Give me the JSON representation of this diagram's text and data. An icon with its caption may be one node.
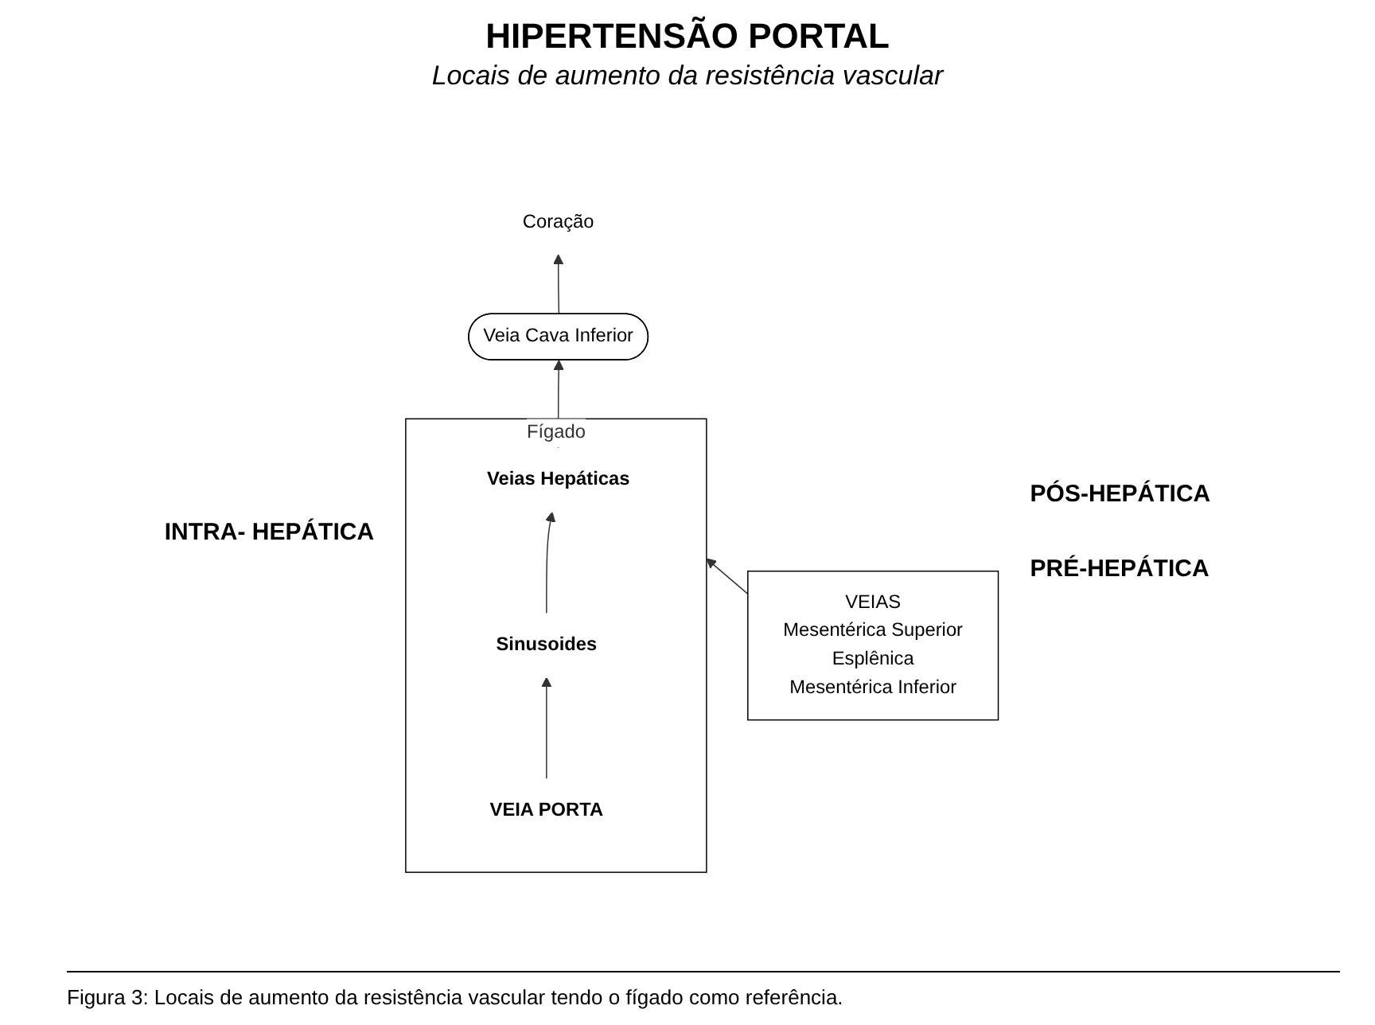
{
  "diagram": {
    "title": "HIPERTENSÃO PORTAL",
    "caption": "Figura 3: Locais de aumento da resistência vascular  tendo o fígado como referência.",
    "nodes": [
      {
        "text": [
          "Fígado"
        ]
      },
      {
        "text": [
          "Veias Hepáticas"
        ],
        "in": 0
      },
      {
        "text": [
          "Sinusoides"
        ],
        "in": 0
      },
      {
        "text": [
          "VEIA PORTA"
        ],
        "in": 0
      },
      {
        "text": [
          "Veia Cava Inferior"
        ]
      },
      {
        "text": [
          "Coração"
        ]
      },
      {
        "text": [
          "VEIAS",
          "Mesentérica Superior",
          "Esplênica",
          "Mesentérica Inferior"
        ]
      }
    ],
    "edges": [
      {
        "from": 3,
        "to": 2,
        "arrow": "to"
      },
      {
        "from": 2,
        "to": 1,
        "arrow": "to"
      },
      {
        "from": 1,
        "to": 4,
        "arrow": "to"
      },
      {
        "from": 4,
        "to": 5,
        "arrow": "to"
      },
      {
        "from": 6,
        "to": 0,
        "arrow": "to"
      }
    ],
    "labels": [
      "Locais de aumento da resistência vascular",
      "INTRA- HEPÁTICA",
      "PÓS-HEPÁTICA",
      "PRÉ-HEPÁTICA"
    ]
  }
}
